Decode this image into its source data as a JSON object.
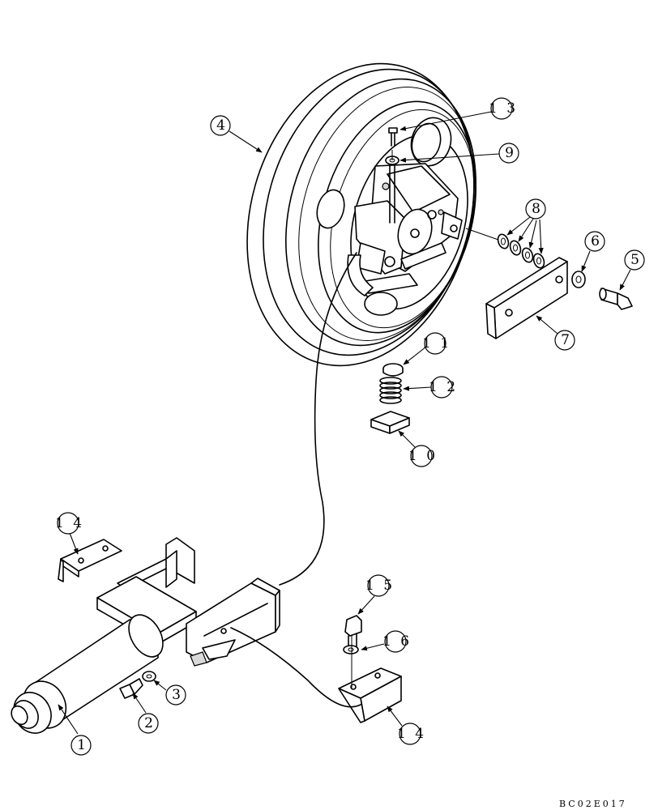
{
  "reference_code": "BC02E017",
  "callouts": {
    "c1": "1",
    "c2": "2",
    "c3": "3",
    "c4": "4",
    "c5": "5",
    "c6": "6",
    "c7": "7",
    "c8": "8",
    "c9": "9",
    "c10": "1 0",
    "c11": "1 1",
    "c12": "1 2",
    "c13": "1 3",
    "c14a": "1 4",
    "c14b": "1 4",
    "c15": "1 5",
    "c16": "1 6"
  }
}
